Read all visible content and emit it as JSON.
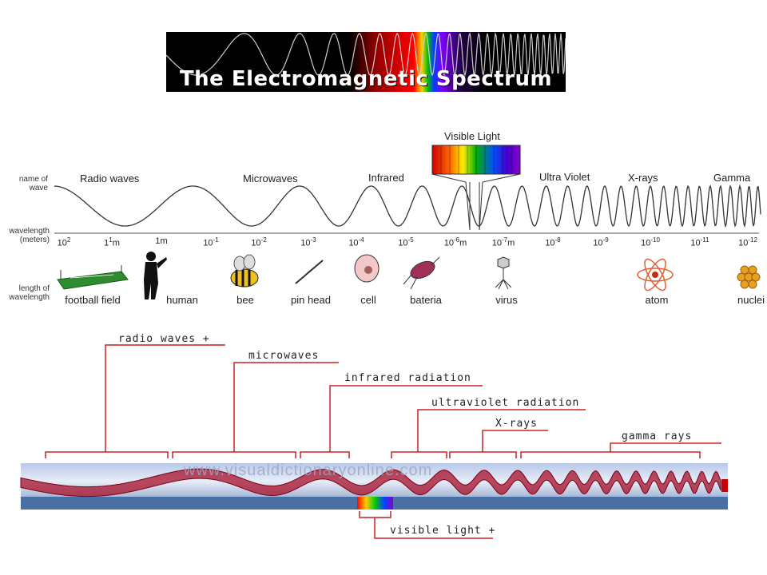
{
  "banner": {
    "title": "The Electromagnetic Spectrum"
  },
  "top_diagram": {
    "row_labels": {
      "name_of_wave": [
        "name of",
        "wave"
      ],
      "wavelength": [
        "wavelength",
        "(meters)"
      ],
      "length_of_wavelength": [
        "length of",
        "wavelength"
      ]
    },
    "visible_light_label": "Visible Light",
    "waves": [
      "Radio waves",
      "Microwaves",
      "Infrared",
      "Ultra Violet",
      "X-rays",
      "Gamma"
    ],
    "ticks": [
      {
        "base": "10",
        "exp": "2",
        "suffix": ""
      },
      {
        "base": "1",
        "exp": "1",
        "suffix": "m"
      },
      {
        "base": "1m",
        "exp": "",
        "suffix": ""
      },
      {
        "base": "10",
        "exp": "-1",
        "suffix": ""
      },
      {
        "base": "10",
        "exp": "-2",
        "suffix": ""
      },
      {
        "base": "10",
        "exp": "-3",
        "suffix": ""
      },
      {
        "base": "10",
        "exp": "-4",
        "suffix": ""
      },
      {
        "base": "10",
        "exp": "-5",
        "suffix": ""
      },
      {
        "base": "10",
        "exp": "-6",
        "suffix": "m"
      },
      {
        "base": "10",
        "exp": "-7",
        "suffix": "m"
      },
      {
        "base": "10",
        "exp": "-8",
        "suffix": ""
      },
      {
        "base": "10",
        "exp": "-9",
        "suffix": ""
      },
      {
        "base": "10",
        "exp": "-10",
        "suffix": ""
      },
      {
        "base": "10",
        "exp": "-11",
        "suffix": ""
      },
      {
        "base": "10",
        "exp": "-12",
        "suffix": ""
      }
    ],
    "objects": [
      "football field",
      "human",
      "bee",
      "pin head",
      "cell",
      "bateria",
      "virus",
      "atom",
      "nuclei"
    ]
  },
  "bottom_diagram": {
    "labels": [
      "radio waves +",
      "microwaves",
      "infrared radiation",
      "ultraviolet radiation",
      "X-rays",
      "gamma rays",
      "visible light +"
    ],
    "watermark": "www.visualdictionaryonline.com"
  },
  "colors": {
    "bracket": "#cc2222",
    "band_blue": "#4a6fa5",
    "wave_red": "#a8102a"
  }
}
